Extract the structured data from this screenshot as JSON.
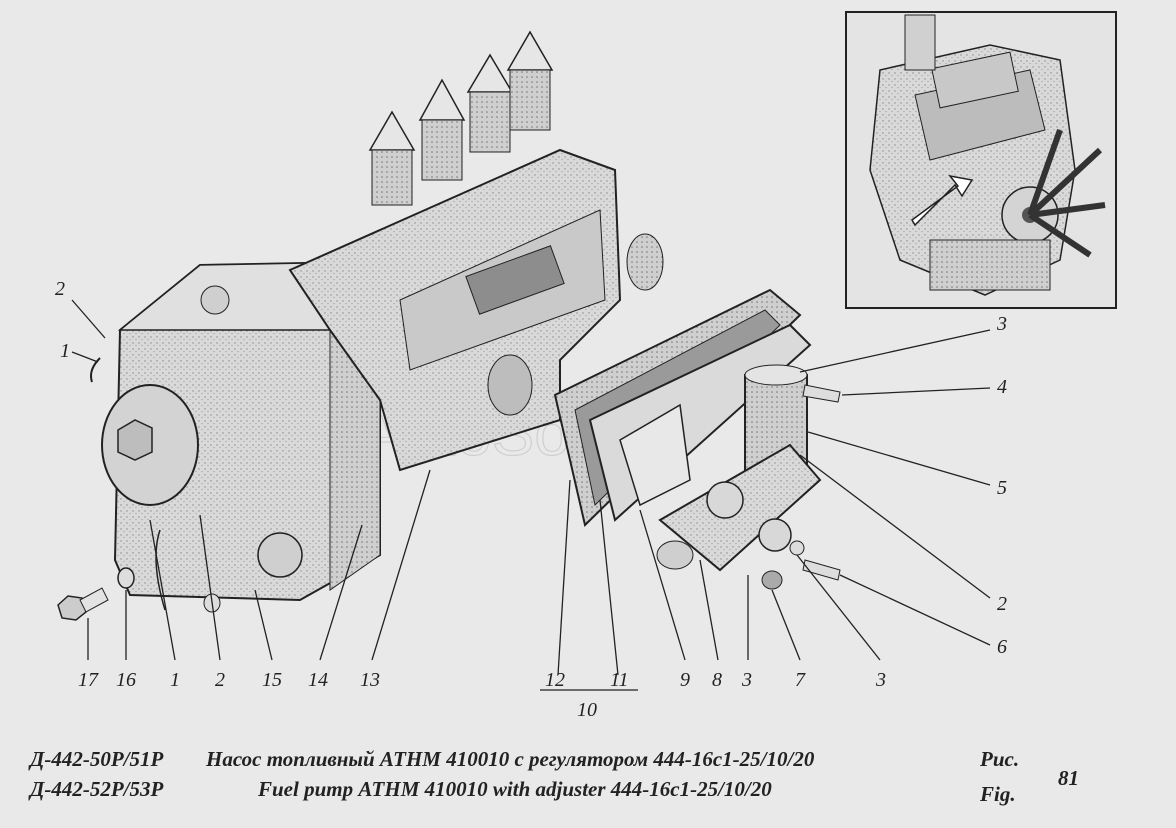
{
  "figure": {
    "watermark": "AutoSoft",
    "callouts": [
      "1",
      "2",
      "3",
      "4",
      "5",
      "6",
      "7",
      "8",
      "9",
      "10",
      "11",
      "12",
      "13",
      "14",
      "15",
      "16",
      "17"
    ],
    "bottom_labels": [
      "17",
      "16",
      "1",
      "2",
      "15",
      "14",
      "13",
      "12",
      "11",
      "10",
      "9",
      "8",
      "3",
      "7",
      "3"
    ],
    "right_labels": [
      "3",
      "4",
      "5",
      "2",
      "6"
    ],
    "left_labels": [
      "2",
      "1"
    ]
  },
  "caption": {
    "model_line1": "Д-442-50Р/51Р",
    "model_line2": "Д-442-52Р/53Р",
    "title_ru": "Насос топливный АТНМ 410010 с регулятором 444-16с1-25/10/20",
    "title_en": "Fuel pump АТНМ 410010 with adjuster  444-16с1-25/10/20",
    "fig_ru": "Рис.",
    "fig_en": "Fig.",
    "fig_number": "81"
  }
}
